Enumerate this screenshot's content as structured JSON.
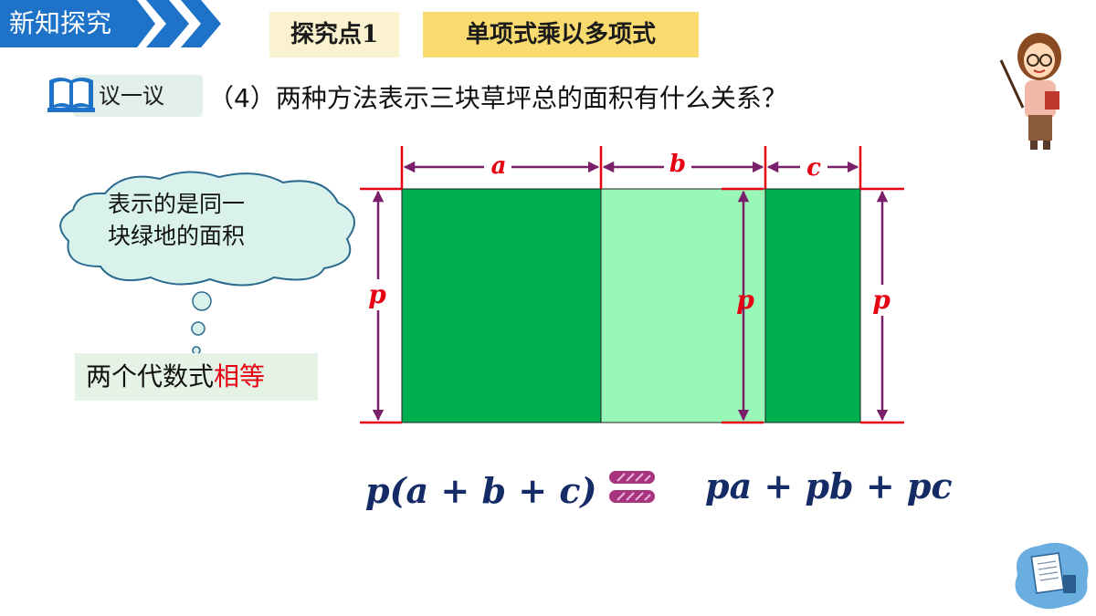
{
  "header": {
    "title": "新知探究"
  },
  "tags": {
    "point": "探究点1",
    "topic": "单项式乘以多项式"
  },
  "discuss": {
    "label": "议一议",
    "question": "（4）两种方法表示三块草坪总的面积有什么关系？"
  },
  "thought": {
    "line1": "表示的是同一",
    "line2": "块绿地的面积"
  },
  "conclusion": {
    "prefix": "两个代数式",
    "highlight": "相等"
  },
  "diagram": {
    "labels": {
      "a": "a",
      "b": "b",
      "c": "c",
      "p1": "p",
      "p2": "p",
      "p3": "p"
    }
  },
  "formula": {
    "left": "p(a + b + c)",
    "right": "pa + pb + pc"
  },
  "colors": {
    "header_blue": "#1e73c8",
    "dark_green": "#00b050",
    "light_green": "#99f8b8",
    "arrow_purple": "#7a1f6a",
    "label_red": "#e60012",
    "formula_navy": "#152b66"
  }
}
